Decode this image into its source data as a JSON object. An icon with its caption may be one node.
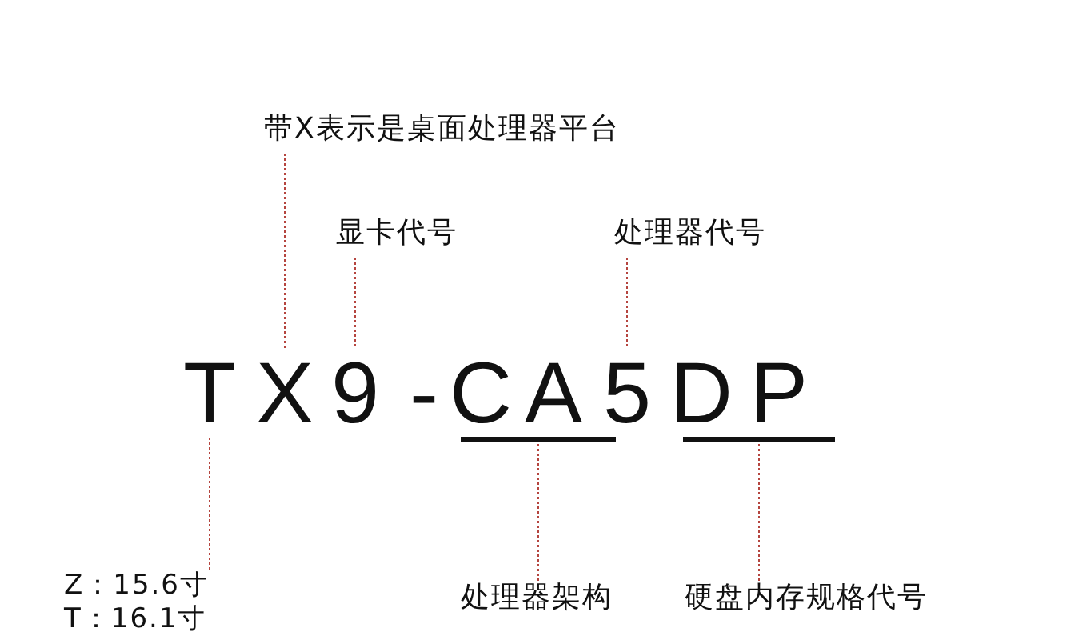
{
  "diagram": {
    "nodes": [
      {
        "text": [
          "带X表示是桌面处理器平台"
        ]
      },
      {
        "text": [
          "显卡代号"
        ]
      },
      {
        "text": [
          "处理器代号"
        ]
      },
      {
        "text": [
          "T"
        ]
      },
      {
        "text": [
          "X"
        ]
      },
      {
        "text": [
          "9"
        ]
      },
      {
        "text": [
          "-"
        ]
      },
      {
        "text": [
          "C"
        ]
      },
      {
        "text": [
          "A"
        ]
      },
      {
        "text": [
          "5"
        ]
      },
      {
        "text": [
          "D"
        ]
      },
      {
        "text": [
          "P"
        ]
      },
      {
        "text": [],
        "shape": "bar"
      },
      {
        "text": [],
        "shape": "bar"
      },
      {
        "text": [
          "Z：15.6寸",
          "T：16.1寸"
        ]
      },
      {
        "text": [
          "处理器架构"
        ]
      },
      {
        "text": [
          "硬盘内存规格代号"
        ]
      }
    ],
    "edges": [
      {
        "from": 0,
        "to": 4,
        "arrow": "none",
        "style": "dashed"
      },
      {
        "from": 1,
        "to": 5,
        "arrow": "none",
        "style": "dashed"
      },
      {
        "from": 2,
        "to": 9,
        "arrow": "none",
        "style": "dashed"
      },
      {
        "from": 14,
        "to": 3,
        "arrow": "none",
        "style": "dashed"
      },
      {
        "from": 15,
        "to": 12,
        "arrow": "none",
        "style": "dashed"
      },
      {
        "from": 16,
        "to": 13,
        "arrow": "none",
        "style": "dashed"
      }
    ]
  }
}
